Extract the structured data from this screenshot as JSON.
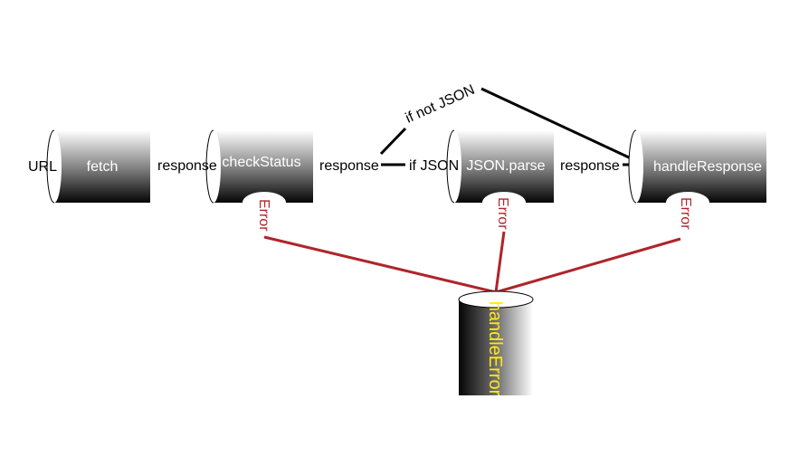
{
  "nodes": {
    "fetch": "fetch",
    "check_status": "checkStatus",
    "json_parse": "JSON.parse",
    "handle_response": "handleResponse",
    "handle_error": "handleError"
  },
  "edge_labels": {
    "url": "URL",
    "response_1": "response",
    "response_2": "response",
    "if_json": "if JSON",
    "if_not_json": "if not JSON",
    "response_3": "response"
  },
  "error_labels": {
    "check_status": "Error",
    "json_parse": "Error",
    "handle_response": "Error"
  },
  "colors": {
    "error_line": "#b0242b",
    "handle_error_text": "#ffe81a",
    "cylinder_dark": "#111111",
    "cylinder_light": "#ffffff"
  }
}
